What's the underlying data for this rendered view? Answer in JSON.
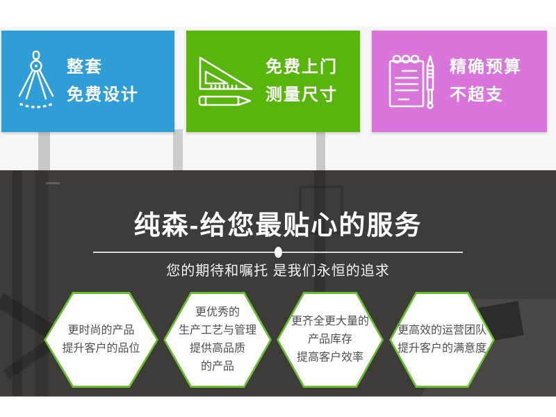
{
  "feature_cards": [
    {
      "name": "free-design",
      "icon": "compass-icon",
      "color": "#2f9ed6",
      "line1": "整套",
      "line2": "免费设计"
    },
    {
      "name": "onsite-measure",
      "icon": "triangle-ruler-pencil-icon",
      "color": "#58b50b",
      "line1": "免费上门",
      "line2": "测量尺寸"
    },
    {
      "name": "accurate-budget",
      "icon": "notepad-pen-icon",
      "color": "#d874da",
      "line1": "精确预算",
      "line2": "不超支"
    }
  ],
  "service_section": {
    "title": "纯森-给您最贴心的服务",
    "subtitle": "您的期待和嘱托 是我们永恒的追求",
    "background_color": "#3d3c3a",
    "hexagon_border_color": "#67c12c",
    "hexagons": [
      {
        "line1": "更时尚的产品",
        "line2": "提升客户的品位"
      },
      {
        "line1": "更优秀的",
        "line2": "生产工艺与管理",
        "line3": "提供高品质",
        "line4": "的产品"
      },
      {
        "line1": "更齐全更大量的",
        "line2": "产品库存",
        "line3": "提高客户效率"
      },
      {
        "line1": "更高效的运营团队",
        "line2": "提升客户的满意度"
      }
    ]
  }
}
